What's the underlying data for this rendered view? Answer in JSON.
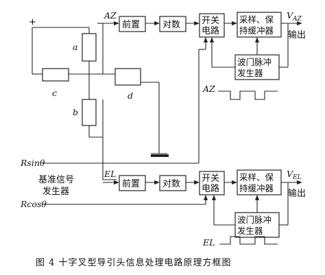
{
  "diagram": {
    "caption": "图 4   十字叉型导引头信息处理电路原理方框图",
    "plus_sign": "+",
    "resistors": {
      "a": "a",
      "b": "b",
      "c": "c",
      "d": "d"
    },
    "labels": {
      "az_top": "AZ",
      "el_mid": "EL",
      "rsin": "Rsinθ",
      "rcos": "Rcosθ",
      "ref_signal_line1": "基准信号",
      "ref_signal_line2": "发生器",
      "v_az_main": "V",
      "v_az_sub": "AZ",
      "v_el_main": "V",
      "v_el_sub": "EL",
      "output_top": "输出",
      "output_bottom": "输出",
      "az_wave": "AZ",
      "el_wave": "EL"
    },
    "blocks_top": {
      "preamp": "前置",
      "log": "对数",
      "switch_line1": "开关",
      "switch_line2": "电路",
      "sample_line1": "采样、保",
      "sample_line2": "持缓冲器",
      "gate_line1": "波门脉冲",
      "gate_line2": "发生器"
    },
    "blocks_bottom": {
      "preamp": "前置",
      "log": "对数",
      "switch_line1": "开关",
      "switch_line2": "电路",
      "sample_line1": "采样、保",
      "sample_line2": "持缓冲器",
      "gate_line1": "波门脉冲",
      "gate_line2": "发生器"
    }
  }
}
